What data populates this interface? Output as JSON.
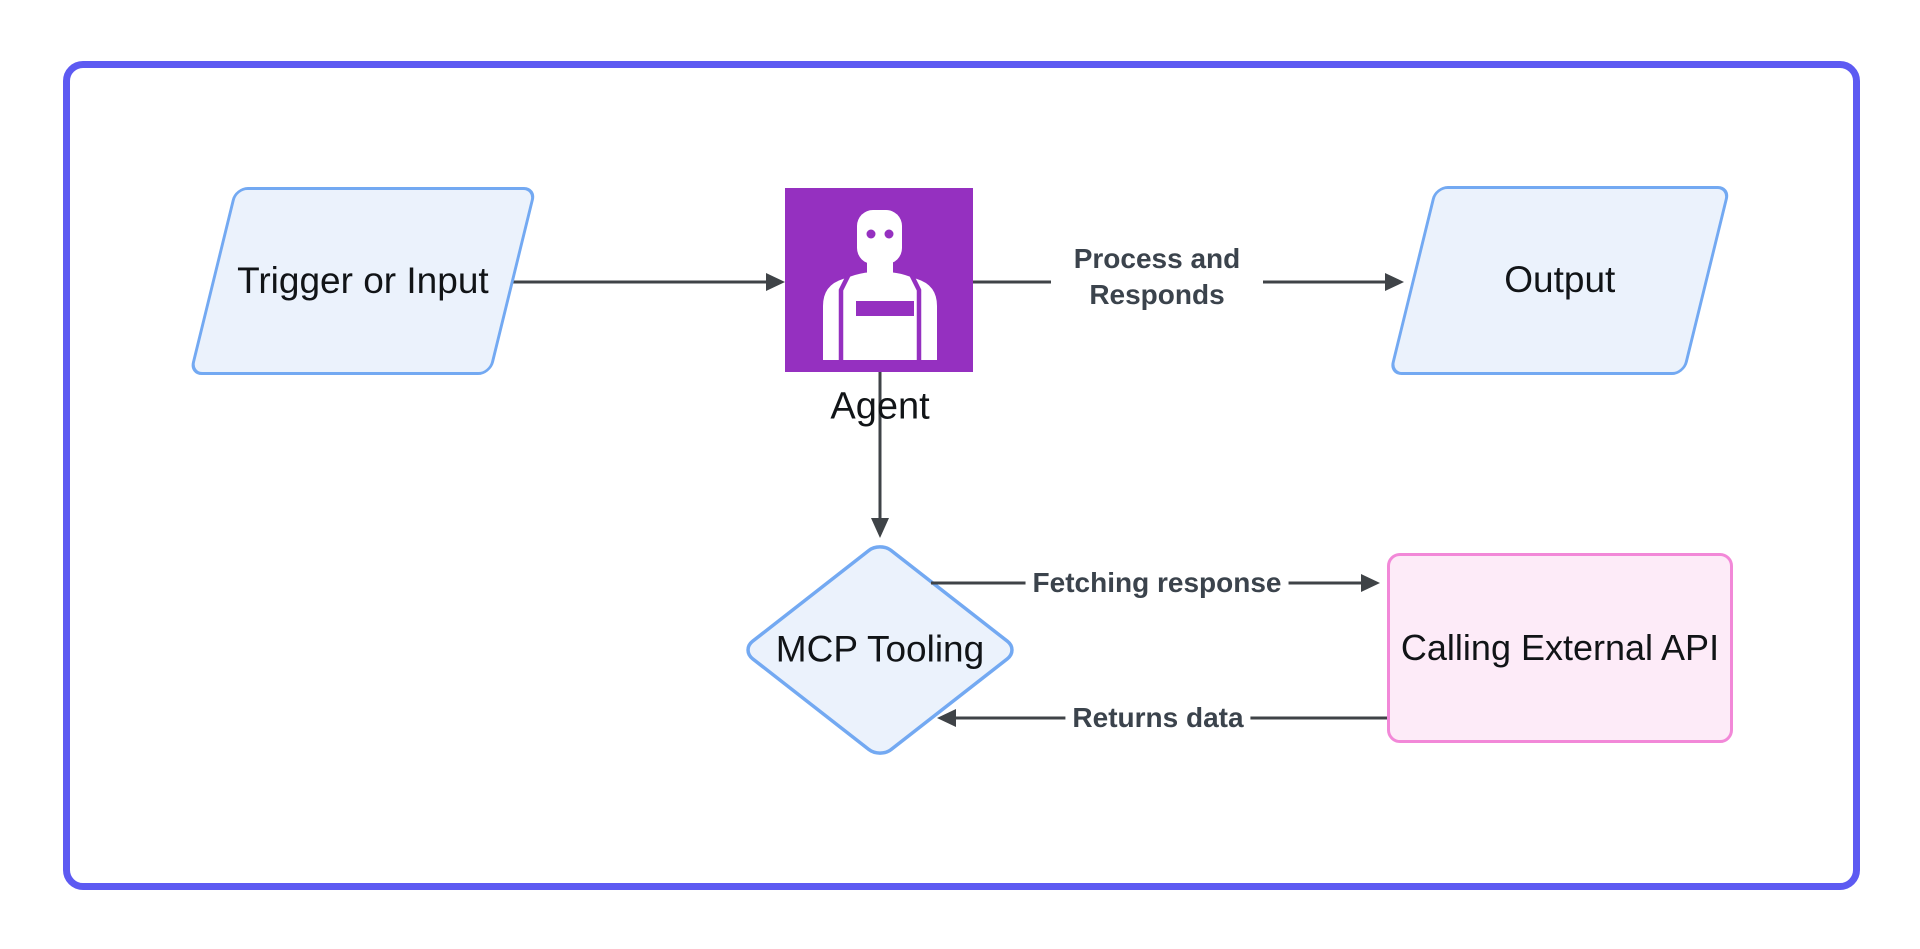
{
  "colors": {
    "frame_border": "#5d5af2",
    "node_fill_blue": "#ebf2fc",
    "node_border_blue": "#73a9f2",
    "api_fill_pink": "#fdebf8",
    "api_border_pink": "#f288d8",
    "agent_square_purple": "#9530c0",
    "connector_gray": "#3f4347",
    "edge_label_gray": "#3b434c",
    "node_text": "#111417",
    "background": "#ffffff"
  },
  "nodes": {
    "trigger": {
      "label": "Trigger or Input",
      "shape": "parallelogram"
    },
    "agent": {
      "label": "Agent",
      "shape": "icon-square",
      "icon": "robot-icon"
    },
    "output": {
      "label": "Output",
      "shape": "parallelogram"
    },
    "mcp": {
      "label": "MCP Tooling",
      "shape": "diamond"
    },
    "api": {
      "label": "Calling External API",
      "shape": "rounded-rectangle"
    }
  },
  "edges": {
    "trigger_to_agent": {
      "from": "Trigger or Input",
      "to": "Agent",
      "label": ""
    },
    "process": {
      "from": "Agent",
      "to": "Output",
      "label": "Process and Responds"
    },
    "agent_to_mcp": {
      "from": "Agent",
      "to": "MCP Tooling",
      "label": ""
    },
    "fetching": {
      "from": "MCP Tooling",
      "to": "Calling External API",
      "label": "Fetching response"
    },
    "returns": {
      "from": "Calling External API",
      "to": "MCP Tooling",
      "label": "Returns data"
    }
  }
}
